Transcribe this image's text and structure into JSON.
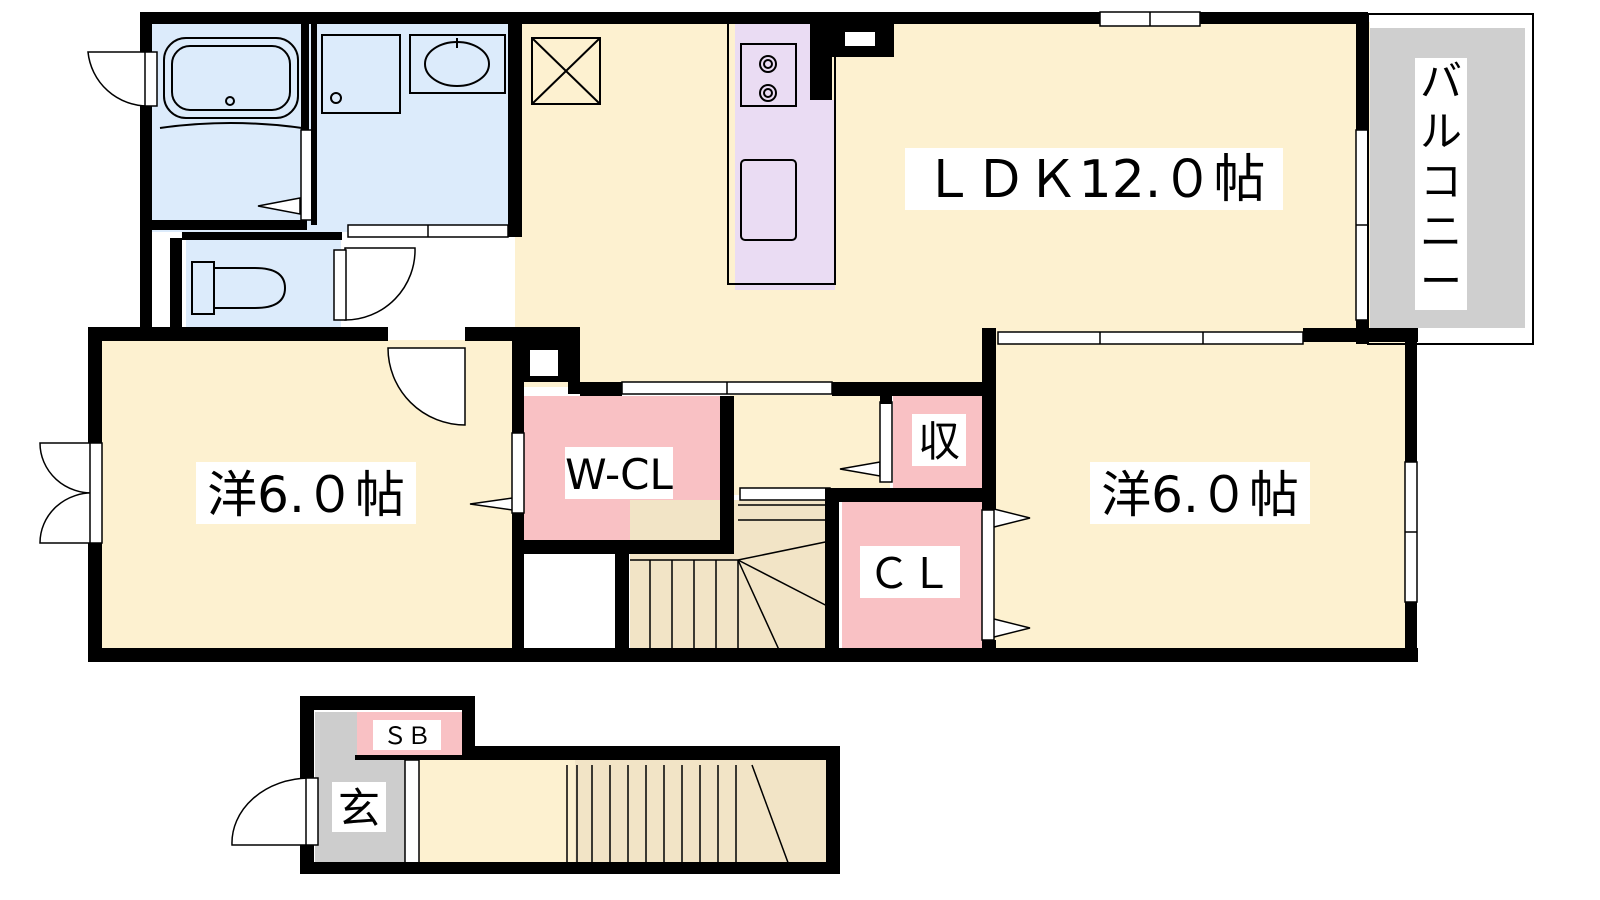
{
  "labels": {
    "ldk": "ＬＤＫ12.０帖",
    "west_room": "洋6.０帖",
    "east_room": "洋6.０帖",
    "wcl": "W-CL",
    "storage": "収",
    "cl": "ＣＬ",
    "sb": "ＳＢ",
    "genkan": "玄",
    "balcony": [
      "バ",
      "ル",
      "コ",
      "ニ",
      "ー"
    ]
  },
  "colors": {
    "floor": "#fdf1d0",
    "wet_area": "#dcebfb",
    "kitchen": "#eadcf3",
    "closet": "#f9c1c4",
    "balcony": "#cfcfcf",
    "genkan": "#cdcdcd",
    "stairs": "#f2e4c6",
    "wall": "#000000"
  }
}
